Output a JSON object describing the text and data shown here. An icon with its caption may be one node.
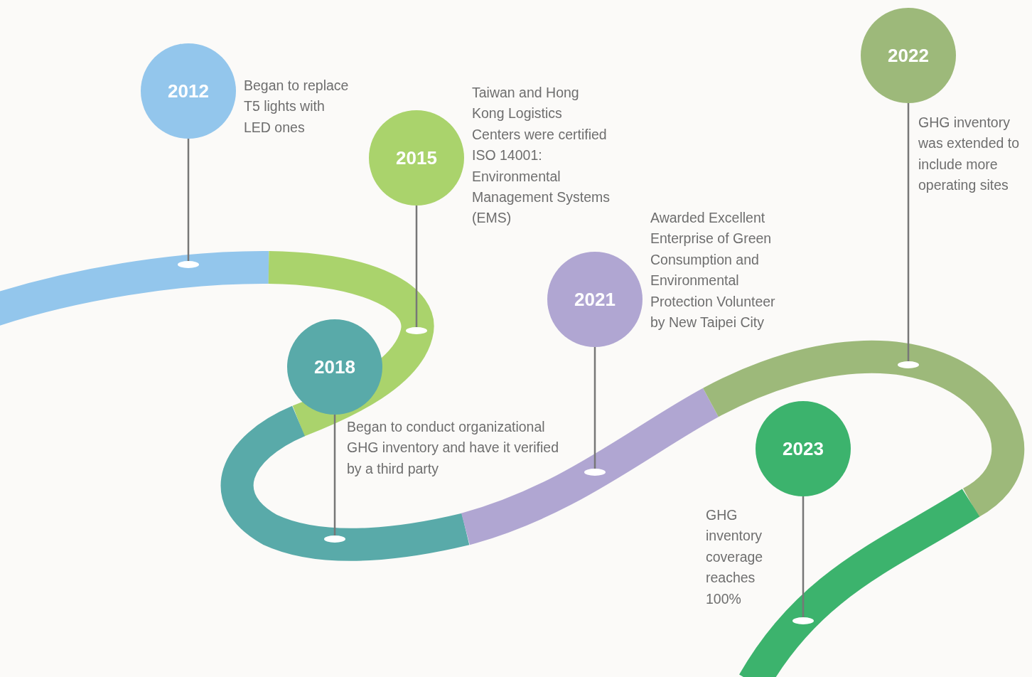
{
  "diagram": {
    "nodes": [
      {
        "text": [
          "2012"
        ],
        "beside": [
          "Began to replace T5 lights with LED ones"
        ]
      },
      {
        "text": [
          "2015"
        ],
        "beside": [
          "Taiwan and Hong Kong Logistics Centers were certified ISO 14001: Environmental Management Systems (EMS)"
        ]
      },
      {
        "text": [
          "2018"
        ],
        "beside": [
          "Began to conduct organizational GHG inventory and have it verified by a third party"
        ]
      },
      {
        "text": [
          "2021"
        ],
        "beside": [
          "Awarded Excellent Enterprise of Green Consumption and Environmental Protection Volunteer by New Taipei City"
        ]
      },
      {
        "text": [
          "2022"
        ],
        "beside": [
          "GHG inventory was extended to include more operating sites"
        ]
      },
      {
        "text": [
          "2023"
        ],
        "beside": [
          "GHG inventory coverage reaches 100%"
        ]
      },
      {
        "text": [],
        "shape": "circle"
      },
      {
        "text": [],
        "shape": "circle"
      },
      {
        "text": [],
        "shape": "circle"
      },
      {
        "text": [],
        "shape": "circle"
      },
      {
        "text": [],
        "shape": "circle"
      },
      {
        "text": [],
        "shape": "circle"
      }
    ],
    "edges": [
      {
        "from": 0,
        "to": 6,
        "arrow": "none"
      },
      {
        "from": 1,
        "to": 7,
        "arrow": "none"
      },
      {
        "from": 2,
        "to": 8,
        "arrow": "none"
      },
      {
        "from": 3,
        "to": 9,
        "arrow": "none"
      },
      {
        "from": 4,
        "to": 10,
        "arrow": "none"
      },
      {
        "from": 5,
        "to": 11,
        "arrow": "none"
      }
    ]
  }
}
